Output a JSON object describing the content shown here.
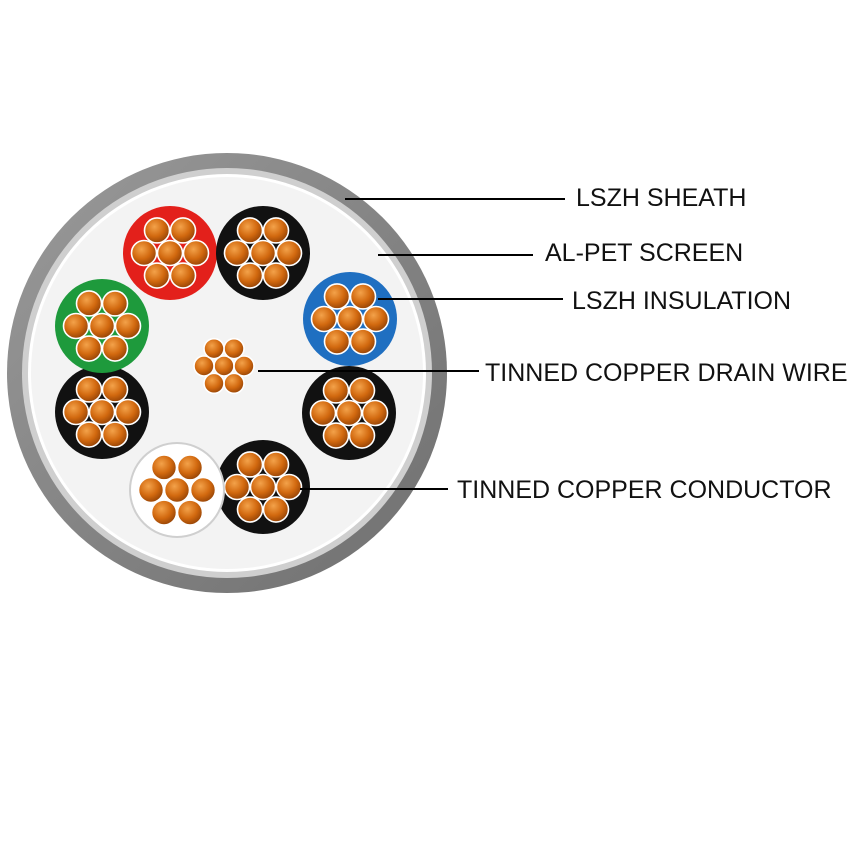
{
  "labels": {
    "sheath": "LSZH SHEATH",
    "screen": "AL-PET SCREEN",
    "insulation": "LSZH INSULATION",
    "drain": "TINNED COPPER DRAIN WIRE",
    "conductor": "TINNED COPPER CONDUCTOR"
  },
  "colors": {
    "sheath": "#8a8a8a",
    "screen": "#c9c9c9",
    "filler": "#f4f4f4",
    "copper": "#d2690f",
    "leader": "#000000"
  },
  "cores": [
    {
      "name": "core-red",
      "insulation_color": "#e3201b"
    },
    {
      "name": "core-black-1",
      "insulation_color": "#111111"
    },
    {
      "name": "core-blue",
      "insulation_color": "#1f6fc1"
    },
    {
      "name": "core-black-2",
      "insulation_color": "#111111"
    },
    {
      "name": "core-black-3",
      "insulation_color": "#111111"
    },
    {
      "name": "core-white",
      "insulation_color": "#ffffff"
    },
    {
      "name": "core-black-4",
      "insulation_color": "#111111"
    },
    {
      "name": "core-green",
      "insulation_color": "#1e9a3c"
    }
  ]
}
